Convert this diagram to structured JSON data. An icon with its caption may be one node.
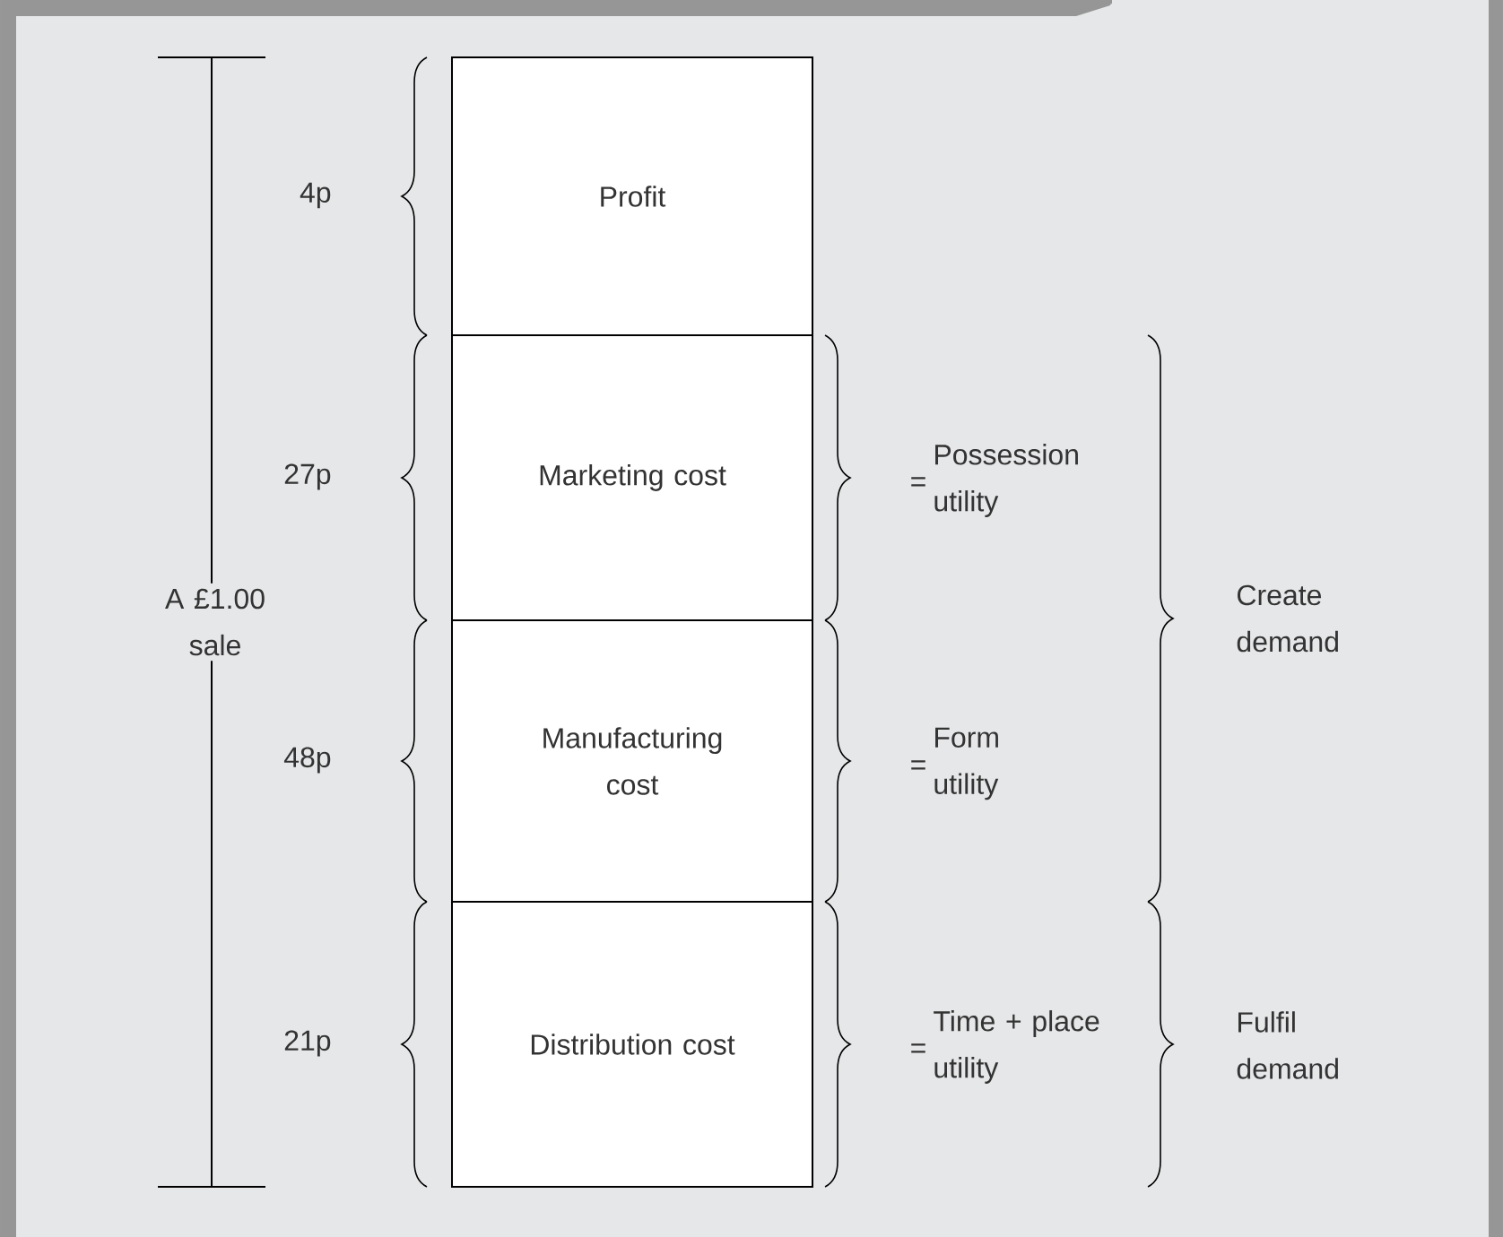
{
  "diagram": {
    "nodes": [
      {
        "text": [
          "Profit"
        ]
      },
      {
        "text": [
          "Marketing cost"
        ]
      },
      {
        "text": [
          "Manufacturing cost"
        ]
      },
      {
        "text": [
          "Distribution cost"
        ]
      }
    ],
    "labels": [
      "A £1.00 sale",
      "4p",
      "27p",
      "48p",
      "21p",
      "=",
      "Possession utility",
      "=",
      "Form utility",
      "=",
      "Time + place utility",
      "Create demand",
      "Fulfil demand"
    ]
  }
}
